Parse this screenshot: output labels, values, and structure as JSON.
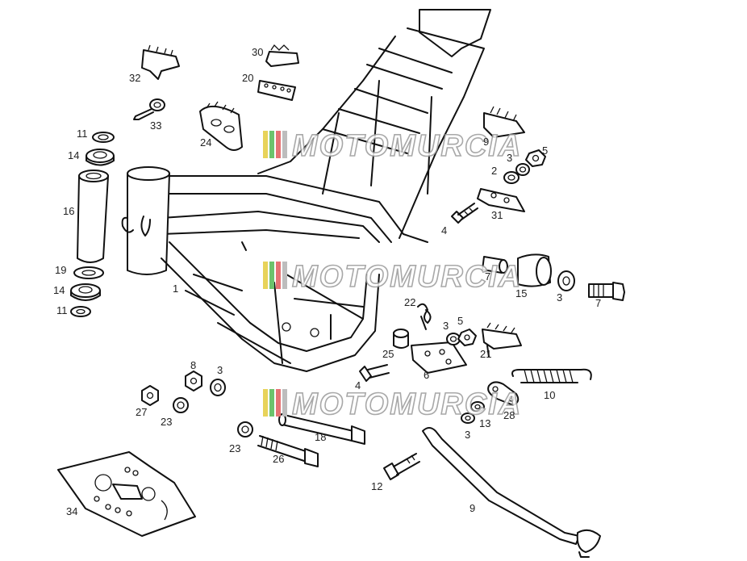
{
  "watermark": {
    "text": "MOTOMURCIA",
    "stripe_colors": [
      "#e8d35a",
      "#6cc36c",
      "#e57373",
      "#bdbdbd"
    ]
  },
  "callouts": [
    {
      "n": "1"
    },
    {
      "n": "2"
    },
    {
      "n": "3"
    },
    {
      "n": "3"
    },
    {
      "n": "3"
    },
    {
      "n": "3"
    },
    {
      "n": "3"
    },
    {
      "n": "4"
    },
    {
      "n": "4"
    },
    {
      "n": "5"
    },
    {
      "n": "5"
    },
    {
      "n": "6"
    },
    {
      "n": "7"
    },
    {
      "n": "7"
    },
    {
      "n": "8"
    },
    {
      "n": "9"
    },
    {
      "n": "9"
    },
    {
      "n": "10"
    },
    {
      "n": "11"
    },
    {
      "n": "11"
    },
    {
      "n": "12"
    },
    {
      "n": "13"
    },
    {
      "n": "14"
    },
    {
      "n": "14"
    },
    {
      "n": "15"
    },
    {
      "n": "16"
    },
    {
      "n": "18"
    },
    {
      "n": "19"
    },
    {
      "n": "20"
    },
    {
      "n": "21"
    },
    {
      "n": "22"
    },
    {
      "n": "23"
    },
    {
      "n": "23"
    },
    {
      "n": "24"
    },
    {
      "n": "25"
    },
    {
      "n": "26"
    },
    {
      "n": "27"
    },
    {
      "n": "28"
    },
    {
      "n": "30"
    },
    {
      "n": "31"
    },
    {
      "n": "32"
    },
    {
      "n": "33"
    },
    {
      "n": "34"
    }
  ]
}
